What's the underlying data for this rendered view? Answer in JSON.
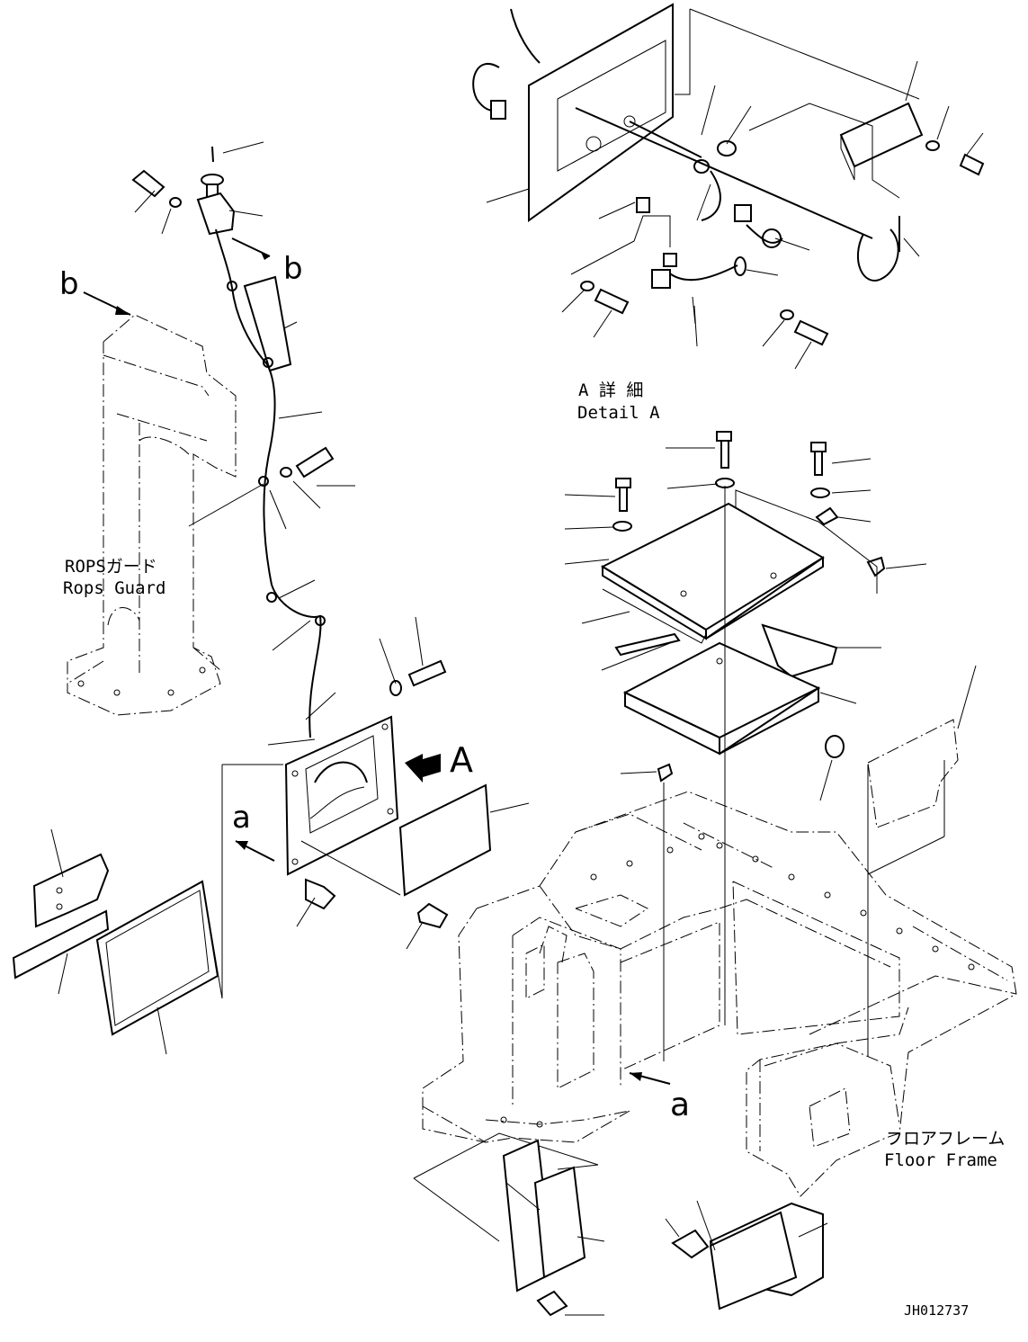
{
  "labels": {
    "detail_jp": "A 詳 細",
    "detail_en": "Detail A",
    "rops_jp": "ROPSガード",
    "rops_en": "Rops Guard",
    "floor_jp": "フロアフレーム",
    "floor_en": "Floor Frame",
    "drawing_id": "JH012737"
  },
  "view_markers": {
    "b_top": "b",
    "b_left": "b",
    "a_left": "a",
    "a_bottom": "a",
    "A_arrow": "A"
  },
  "colors": {
    "line": "#000000",
    "background": "#ffffff"
  }
}
